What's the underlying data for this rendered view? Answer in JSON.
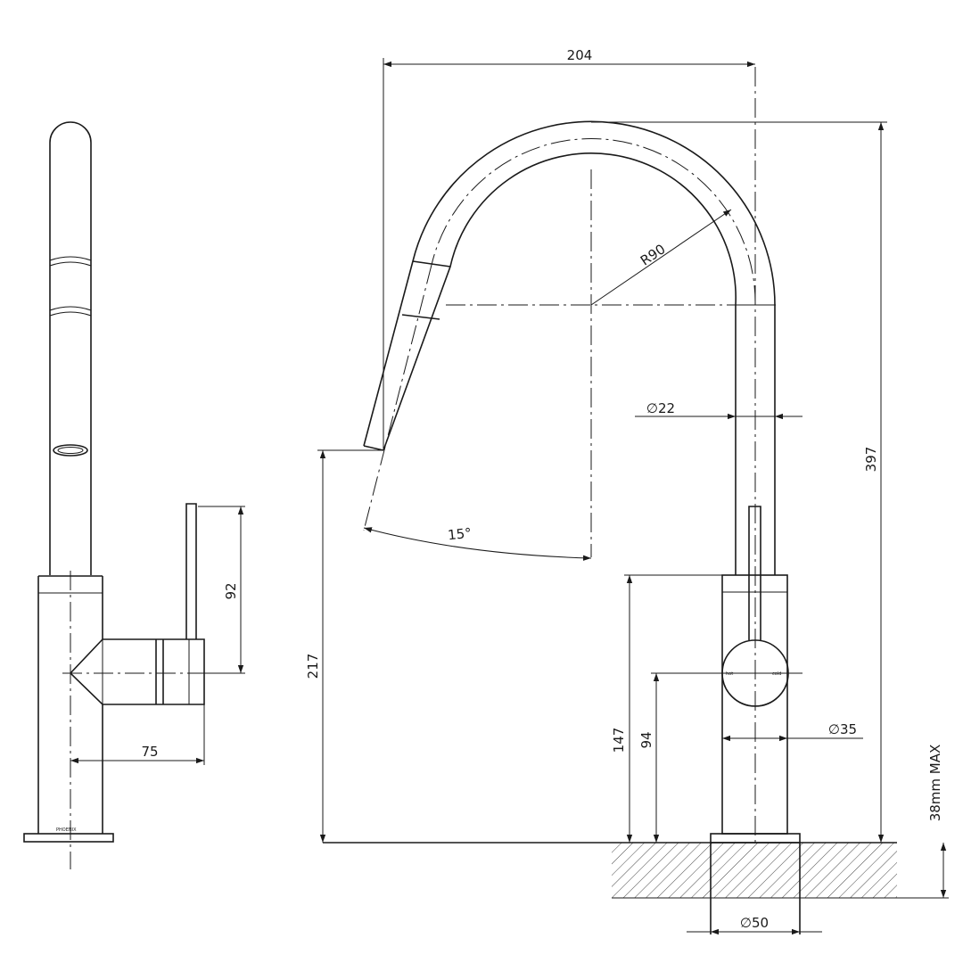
{
  "dimensions": {
    "overall_width": "204",
    "overall_height": "397",
    "radius": "R90",
    "spout_diameter": "∅22",
    "spout_height": "217",
    "pullout_angle": "15°",
    "lever_height": "92",
    "lever_reach": "75",
    "body_height": "147",
    "handle_height": "94",
    "body_diameter": "∅35",
    "base_diameter": "∅50",
    "mount_thickness": "38mm MAX"
  },
  "markings": {
    "brand": "PHOENIX",
    "lever_left": "hot",
    "lever_right": "cold"
  },
  "colors": {
    "line": "#1a1a1a",
    "background": "#ffffff"
  }
}
